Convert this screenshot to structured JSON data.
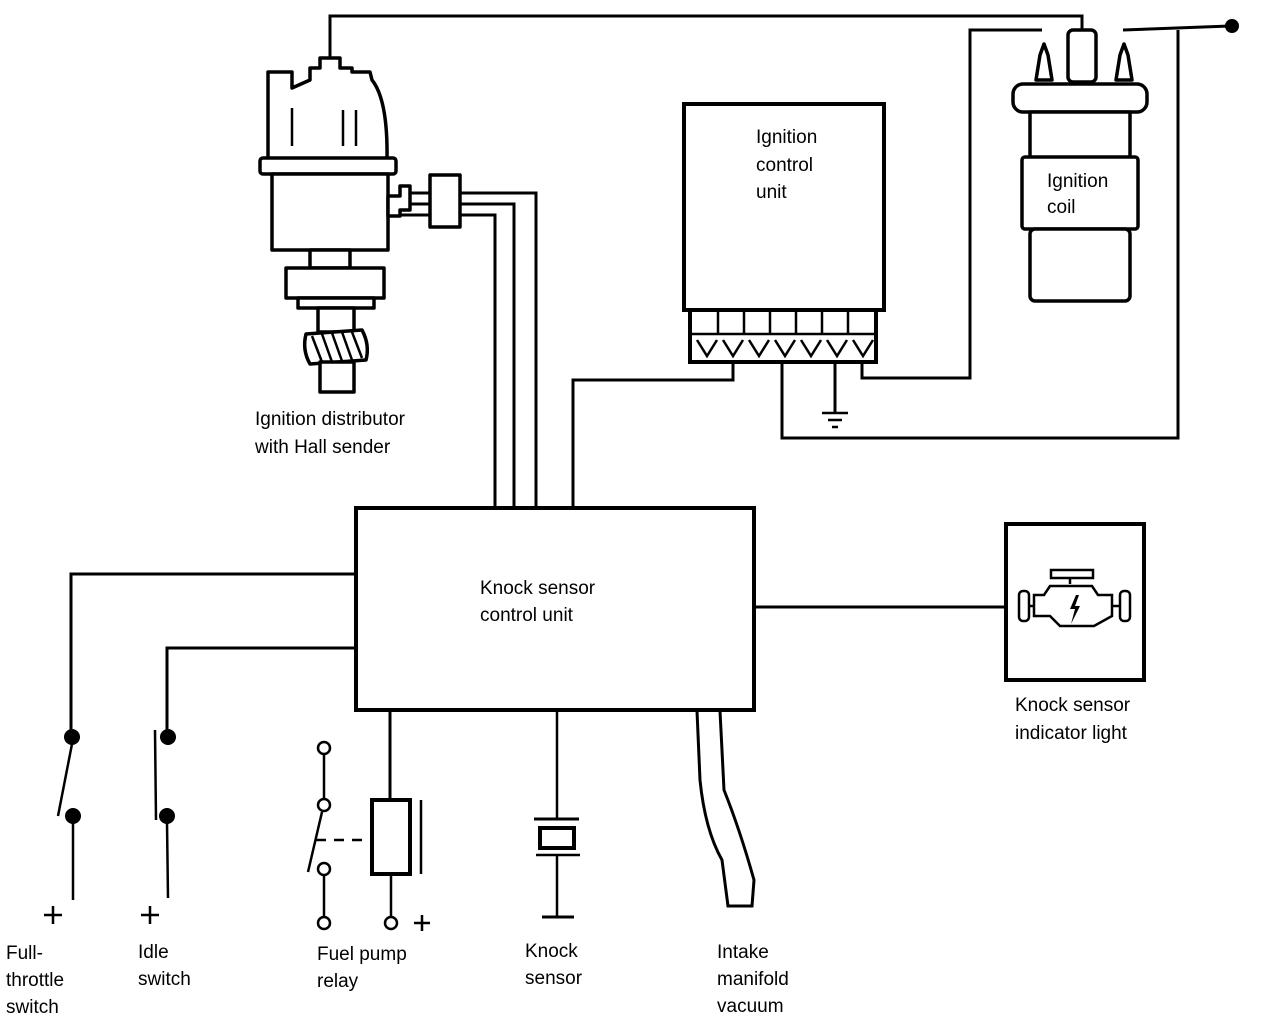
{
  "diagram": {
    "components": {
      "distributor": {
        "label_lines": [
          "Ignition distributor",
          "with Hall sender"
        ]
      },
      "ignition_control_unit": {
        "label_lines": [
          "Ignition",
          "control",
          "unit"
        ]
      },
      "ignition_coil": {
        "label_lines": [
          "Ignition",
          "coil"
        ]
      },
      "knock_control_unit": {
        "label_lines": [
          "Knock sensor",
          "control unit"
        ]
      },
      "indicator_light": {
        "label_lines": [
          "Knock sensor",
          "indicator light"
        ]
      },
      "full_throttle_switch": {
        "label_lines": [
          "Full-",
          "throttle",
          "switch"
        ],
        "terminal": "+"
      },
      "idle_switch": {
        "label_lines": [
          "Idle",
          "switch"
        ],
        "terminal": "+"
      },
      "fuel_pump_relay": {
        "label_lines": [
          "Fuel pump",
          "relay"
        ],
        "terminal": "+"
      },
      "knock_sensor": {
        "label_lines": [
          "Knock",
          "sensor"
        ]
      },
      "intake_vacuum": {
        "label_lines": [
          "Intake",
          "manifold",
          "vacuum"
        ]
      }
    },
    "colors": {
      "line": "#000000",
      "background": "#ffffff"
    }
  }
}
